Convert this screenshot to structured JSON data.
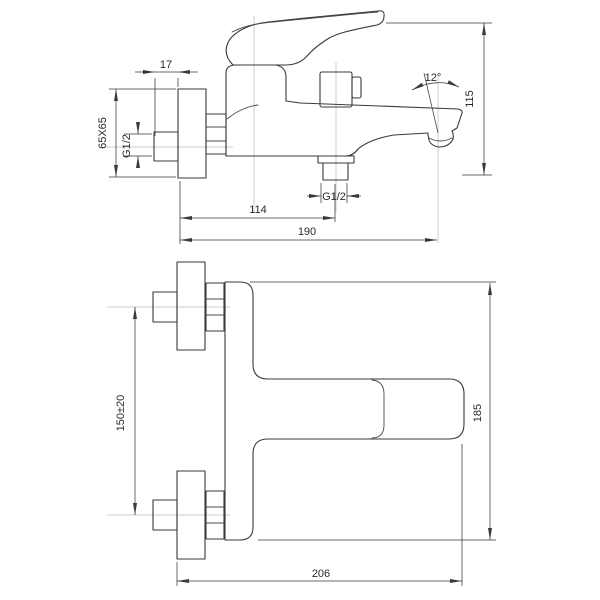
{
  "drawing": {
    "type": "technical-dimension-drawing",
    "subject": "wall-mounted bath mixer faucet",
    "background": "#ffffff",
    "line_color": "#3a3a3a",
    "views": {
      "side": {
        "labels": {
          "flange_depth": "17",
          "flange_size": "65X65",
          "inlet_thread": "G1/2",
          "spout_angle": "12°",
          "overall_height": "115",
          "wall_to_shower_outlet": "114",
          "shower_outlet_thread": "G1/2",
          "spout_reach": "190"
        }
      },
      "plan": {
        "labels": {
          "inlet_spacing": "150±20",
          "overall_width": "185",
          "overall_depth": "206"
        }
      }
    }
  }
}
